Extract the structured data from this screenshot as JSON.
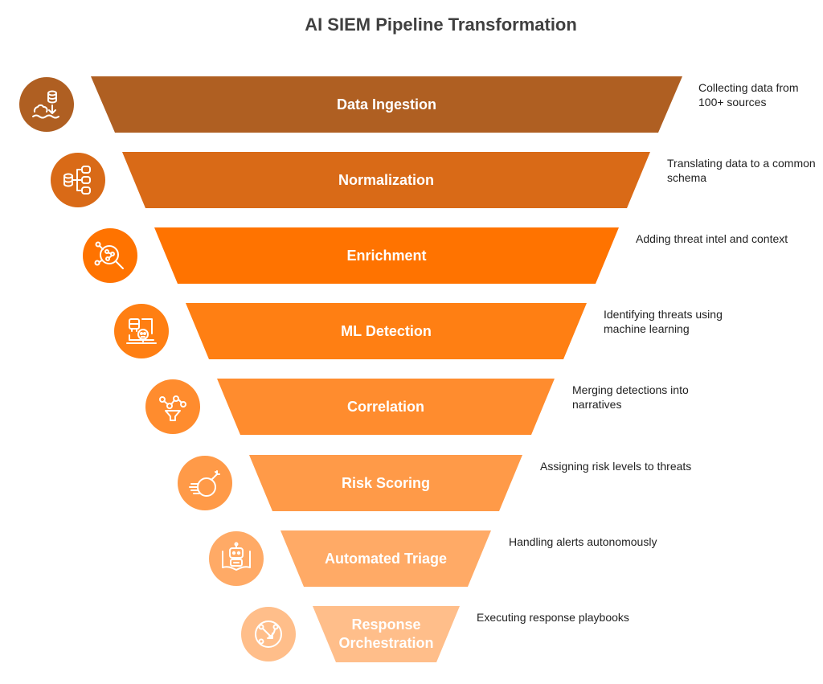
{
  "title": "AI SIEM Pipeline Transformation",
  "stages": [
    {
      "label": "Data Ingestion",
      "description": "Collecting data from 100+ sources",
      "color": "#AF5F22",
      "icon": "data-ingestion-icon"
    },
    {
      "label": "Normalization",
      "description": "Translating data to a common schema",
      "color": "#D96A17",
      "icon": "database-normalize-icon"
    },
    {
      "label": "Enrichment",
      "description": "Adding threat intel and context",
      "color": "#FF7300",
      "icon": "network-search-icon"
    },
    {
      "label": "ML Detection",
      "description": "Identifying threats using machine learning",
      "color": "#FF7F13",
      "icon": "laptop-threat-icon"
    },
    {
      "label": "Correlation",
      "description": "Merging detections into narratives",
      "color": "#FF8C2E",
      "icon": "funnel-network-icon"
    },
    {
      "label": "Risk Scoring",
      "description": "Assigning risk levels to threats",
      "color": "#FF9A48",
      "icon": "bomb-icon"
    },
    {
      "label": "Automated Triage",
      "description": "Handling alerts autonomously",
      "color": "#FFAA66",
      "icon": "robot-book-icon"
    },
    {
      "label": "Response\nOrchestration",
      "description": "Executing response playbooks",
      "color": "#FFBE8A",
      "icon": "workflow-arrows-icon"
    }
  ]
}
